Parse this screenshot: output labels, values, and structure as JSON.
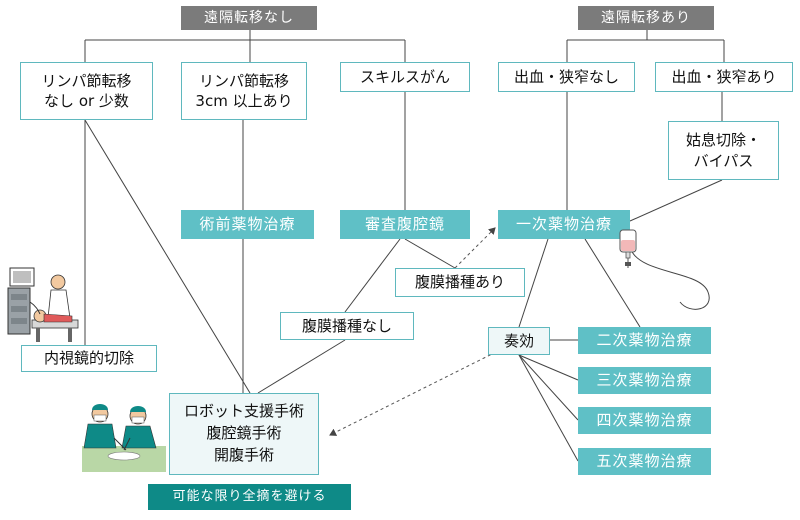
{
  "header_no_meta": "遠隔転移なし",
  "header_meta": "遠隔転移あり",
  "box_ln_none": "リンパ節転移\nなし or 少数",
  "box_ln_3cm": "リンパ節転移\n3cm 以上あり",
  "box_scirrhous": "スキルスがん",
  "box_no_bleed": "出血・狭窄なし",
  "box_bleed": "出血・狭窄あり",
  "box_bypass": "姑息切除・\nバイパス",
  "box_preop_chemo": "術前薬物治療",
  "box_staging_lap": "審査腹腔鏡",
  "box_first_chemo": "一次薬物治療",
  "box_dissem_yes": "腹膜播種あり",
  "box_dissem_no": "腹膜播種なし",
  "box_endoscopic": "内視鏡的切除",
  "box_response": "奏効",
  "box_second_chemo": "二次薬物治療",
  "box_third_chemo": "三次薬物治療",
  "box_fourth_chemo": "四次薬物治療",
  "box_fifth_chemo": "五次薬物治療",
  "box_surgery": "ロボット支援手術\n腹腔鏡手術\n開腹手術",
  "box_avoid_total": "可能な限り全摘を避ける",
  "colors": {
    "teal": "#5fc0c6",
    "border": "#5fb8be",
    "gray": "#7b7b7b",
    "dark_teal": "#0e8a87"
  },
  "icons": [
    "endoscopy-exam-illustration",
    "iv-drip-bag-icon",
    "surgeons-illustration"
  ]
}
